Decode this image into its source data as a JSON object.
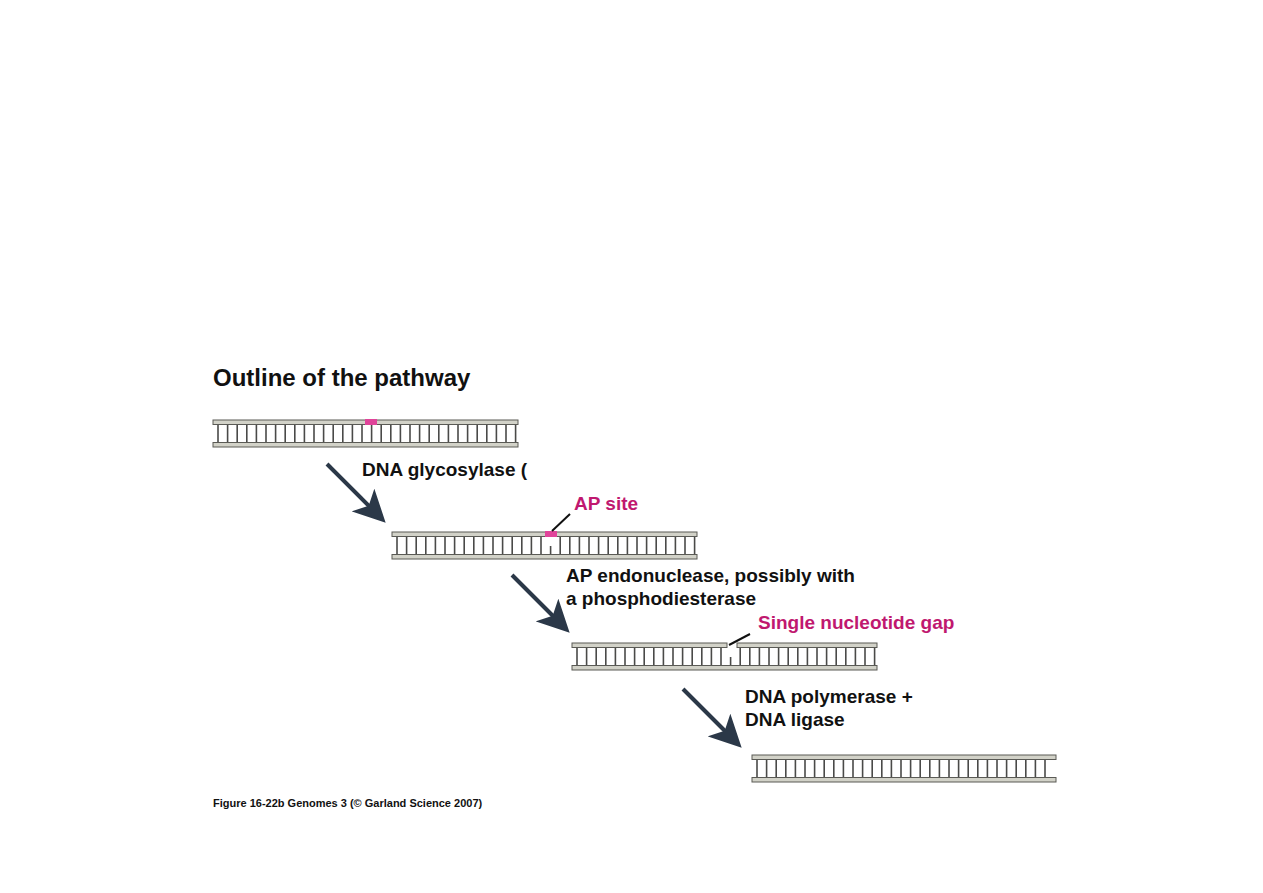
{
  "diagram": {
    "title": "Outline of the pathway",
    "caption": "Figure 16-22b Genomes 3 (© Garland Science 2007)",
    "labels": [
      "DNA glycosylase (",
      "AP site",
      "AP endonuclease, possibly with a phosphodiesterase",
      "Single nucleotide gap",
      "DNA polymerase + DNA ligase"
    ]
  }
}
